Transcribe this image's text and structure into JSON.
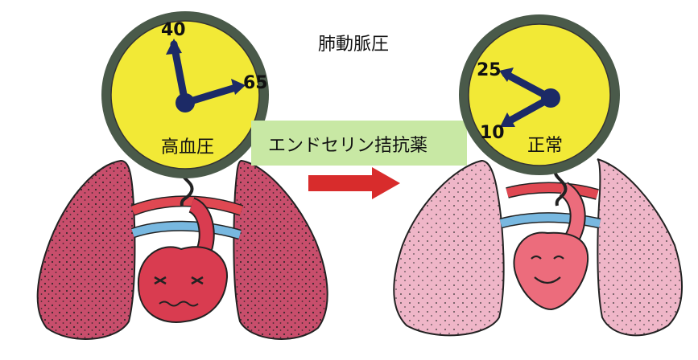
{
  "title": "肺動脈圧",
  "arrow_label": "エンドセリン拮抗薬",
  "left_panel": {
    "state_label": "高血圧",
    "gauge_high": "40",
    "gauge_low": "65"
  },
  "right_panel": {
    "state_label": "正常",
    "gauge_high": "25",
    "gauge_low": "10"
  },
  "colors": {
    "gauge_face": "#f2e936",
    "gauge_rim": "#4a5a4a",
    "hand": "#1c2a66",
    "lung_diseased": "#c84e6c",
    "lung_normal": "#efb6c8",
    "heart_diseased": "#d93c50",
    "heart_normal": "#ec6c7c",
    "vessel_red": "#e04852",
    "vessel_blue": "#78b8e0",
    "arrow": "#d82c2c",
    "label_box": "#c8e8a4"
  }
}
